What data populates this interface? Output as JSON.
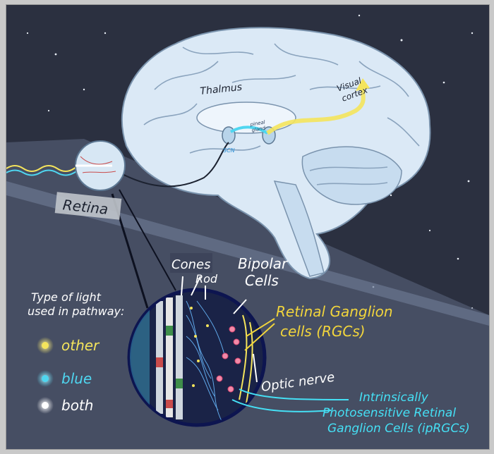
{
  "colors": {
    "night": "#2b3040",
    "brain": "#dbe9f6",
    "brain_line": "#7a93ad",
    "pathway_yellow": "#f4e45c",
    "pathway_blue": "#4fd6f0",
    "label_yellow": "#f2d53c",
    "label_cyan": "#45e0f5",
    "ink": "#1c2230",
    "text_white": "#ffffff"
  },
  "labels": {
    "thalmus": "Thalmus",
    "visual_cortex_1": "Visual",
    "visual_cortex_2": "cortex",
    "pineal_1": "pineal",
    "pineal_2": "gland",
    "scn": "SCN",
    "retina": "Retina",
    "cones": "Cones",
    "rod": "Rod",
    "bipolar_1": "Bipolar",
    "bipolar_2": "Cells",
    "rgc_1": "Retinal Ganglion",
    "rgc_2": "cells (RGCs)",
    "optic_nerve": "Optic nerve",
    "iprgc_1": "Intrinsically",
    "iprgc_2": "Photosensitive Retinal",
    "iprgc_3": "Ganglion Cells (ipRGCs)"
  },
  "legend": {
    "title_1": "Type of light",
    "title_2": "used in pathway:",
    "items": [
      {
        "label": "other",
        "color": "#f4e45c"
      },
      {
        "label": "blue",
        "color": "#4fd6f0"
      },
      {
        "label": "both",
        "color": "#ffffff"
      }
    ]
  }
}
